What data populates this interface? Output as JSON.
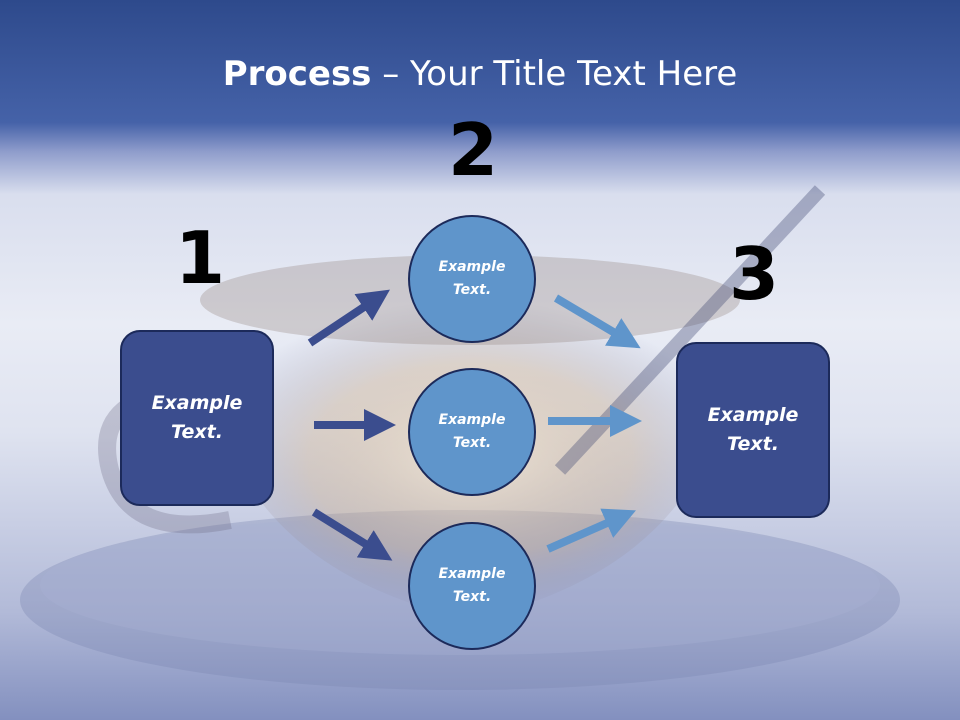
{
  "slide": {
    "title_bold": "Process",
    "title_rest": " – Your Title Text Here"
  },
  "steps": {
    "step1": {
      "number": "1",
      "text": "Example Text."
    },
    "step2": {
      "number": "2",
      "circles": [
        "Example Text.",
        "Example Text.",
        "Example Text."
      ]
    },
    "step3": {
      "number": "3",
      "text": "Example Text."
    }
  },
  "colors": {
    "header_blue": "#2e4a8c",
    "box_fill": "#3b4d8e",
    "circle_fill": "#5f95cb",
    "arrow_dark": "#3b4d8e",
    "arrow_light": "#5f95cb",
    "outline": "#1c2a5a"
  }
}
